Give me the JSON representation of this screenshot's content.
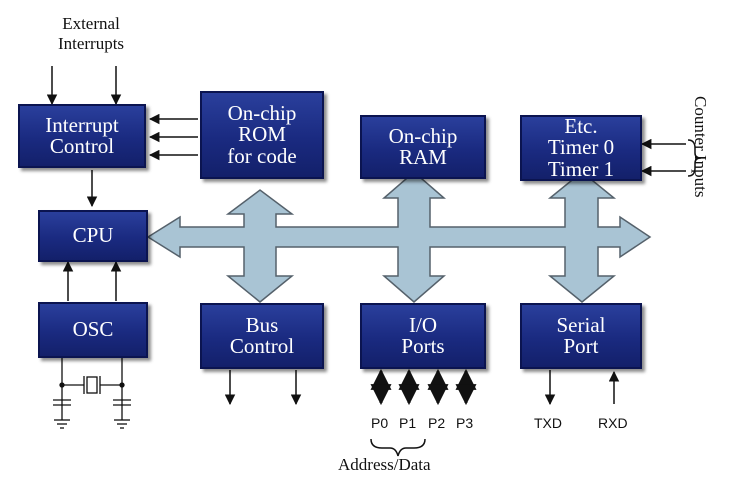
{
  "labels": {
    "external_interrupts_1": "External",
    "external_interrupts_2": "Interrupts",
    "counter_inputs": "Counter Inputs",
    "p0": "P0",
    "p1": "P1",
    "p2": "P2",
    "p3": "P3",
    "txd": "TXD",
    "rxd": "RXD",
    "address_data": "Address/Data"
  },
  "blocks": {
    "interrupt_control": [
      "Interrupt",
      "Control"
    ],
    "rom": [
      "On-chip",
      "ROM",
      "for code"
    ],
    "ram": [
      "On-chip",
      "RAM"
    ],
    "timers": [
      "Etc.",
      "Timer 0",
      "Timer 1"
    ],
    "cpu": [
      "CPU"
    ],
    "osc": [
      "OSC"
    ],
    "bus_control": [
      "Bus",
      "Control"
    ],
    "io_ports": [
      "I/O",
      "Ports"
    ],
    "serial_port": [
      "Serial",
      "Port"
    ]
  },
  "colors": {
    "block_fill": "#1a2a80",
    "bus_fill": "#a9c4d4",
    "bus_stroke": "#55616b"
  }
}
